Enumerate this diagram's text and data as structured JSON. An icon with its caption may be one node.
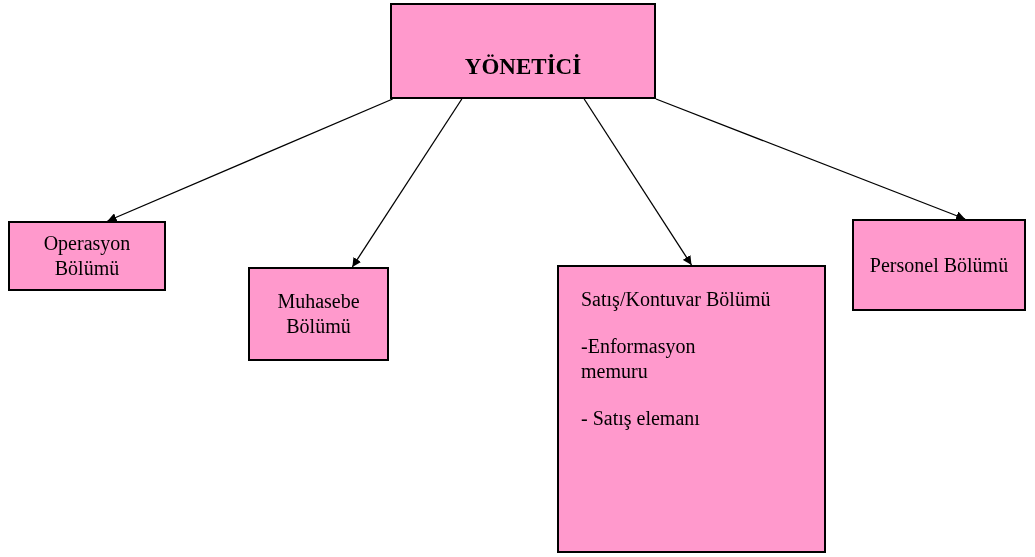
{
  "diagram": {
    "nodes": [
      {
        "text": [
          "YÖNETİCİ"
        ]
      },
      {
        "text": [
          "Operasyon Bölümü"
        ]
      },
      {
        "text": [
          "Muhasebe Bölümü"
        ]
      },
      {
        "text": [
          "Satış/Kontuvar Bölümü",
          "-Enformasyon memuru",
          "- Satış elemanı"
        ]
      },
      {
        "text": [
          "Personel Bölümü"
        ]
      }
    ],
    "edges": [
      {
        "from": 0,
        "to": 1,
        "arrow": "to"
      },
      {
        "from": 0,
        "to": 2,
        "arrow": "to"
      },
      {
        "from": 0,
        "to": 3,
        "arrow": "to"
      },
      {
        "from": 0,
        "to": 4,
        "arrow": "to"
      }
    ]
  }
}
